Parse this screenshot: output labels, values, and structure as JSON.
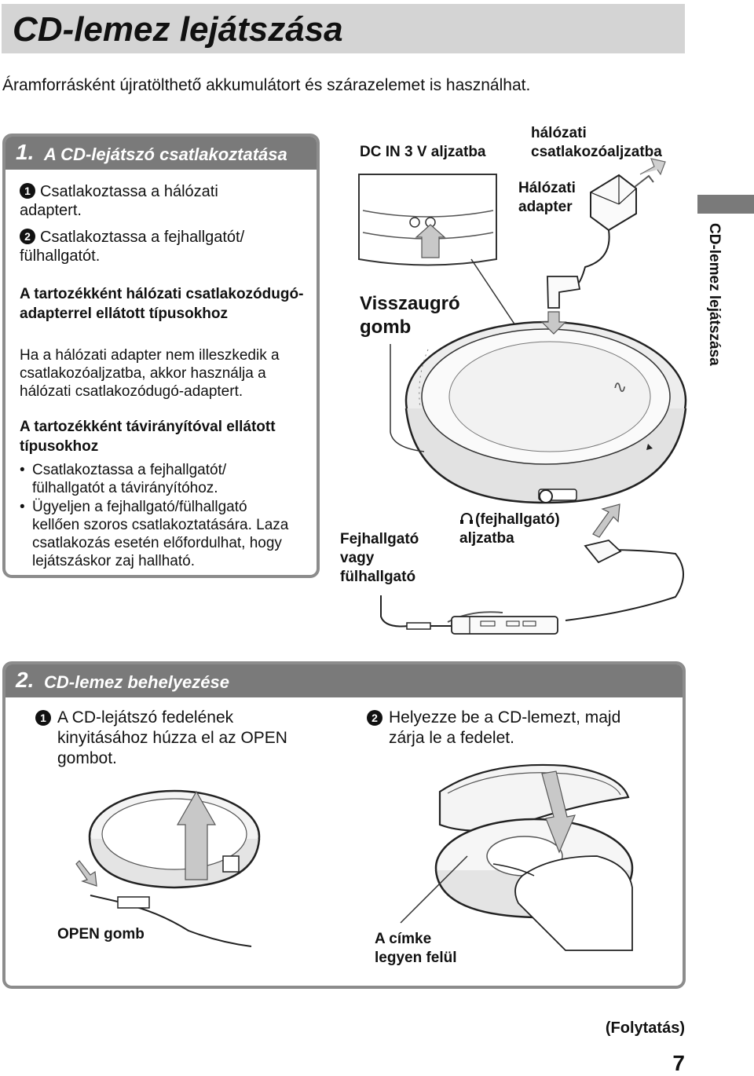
{
  "title": "CD-lemez lejátszása",
  "intro": "Áramforrásként újratölthető akkumulátort és szárazelemet is használhat.",
  "section1": {
    "num": "1.",
    "title": "A CD-lejátszó csatlakoztatása",
    "step1": "Csatlakoztassa a hálózati adaptert.",
    "step1_marker": "1",
    "step2": "Csatlakoztassa a fejhallgatót/ fülhallgatót.",
    "step2_marker": "2",
    "note1_title": "A tartozékként hálózati csatlakozódugó-adapterrel ellátott típusokhoz",
    "note1_text": "Ha a hálózati adapter nem illeszkedik a csatlakozóaljzatba, akkor használja a hálózati csatlakozódugó-adaptert.",
    "note2_title": "A tartozékként távirányítóval ellátott típusokhoz",
    "bullet1": "Csatlakoztassa a fejhallgatót/ fülhallgatót a távirányítóhoz.",
    "bullet2": "Ügyeljen a fejhallgató/fülhallgató kellően szoros csatlakoztatására. Laza csatlakozás esetén előfordulhat, hogy lejátszáskor zaj hallható."
  },
  "labels": {
    "dcin": "DC IN 3 V aljzatba",
    "outlet": "hálózati csatlakozóaljzatba",
    "adapter": "Hálózati adapter",
    "return_button": "Visszaugró gomb",
    "headphones": "Fejhallgató vagy fülhallgató",
    "phone_jack": "(fejhallgató) aljzatba"
  },
  "side_tab": "CD-lemez lejátszása",
  "section2": {
    "num": "2.",
    "title": "CD-lemez behelyezése",
    "step1": "A CD-lejátszó fedelének kinyitásához húzza el az OPEN gombot.",
    "step1_marker": "1",
    "step2": "Helyezze be a CD-lemezt, majd zárja le a fedelet.",
    "step2_marker": "2",
    "open_label": "OPEN gomb",
    "label_up": "A címke legyen felül"
  },
  "footer": {
    "continued": "(Folytatás)",
    "page": "7"
  }
}
